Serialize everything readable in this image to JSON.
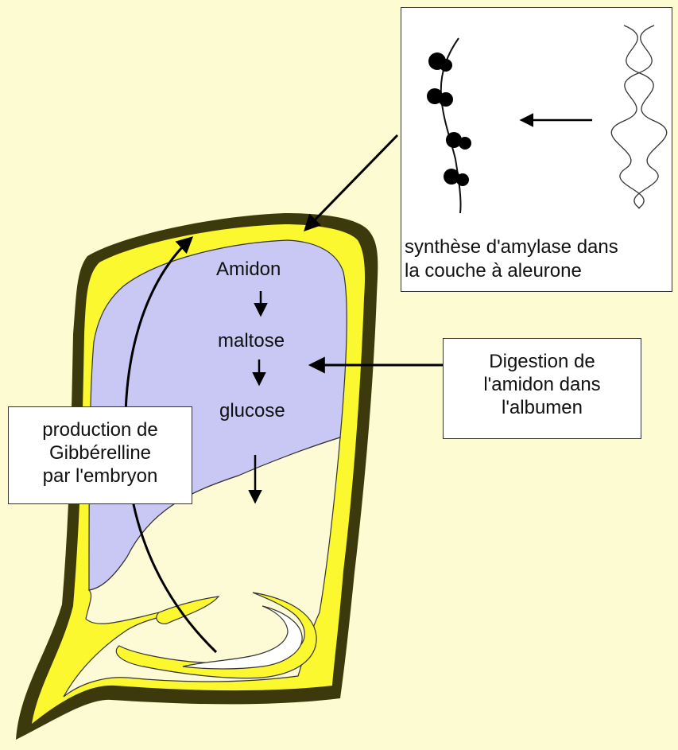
{
  "background_color": "#fdfbd2",
  "colors": {
    "seed_coat": "#3c3a0c",
    "aleurone": "#fbf82f",
    "albumen": "#c9c8f4",
    "embryo": "#fdfbd6"
  },
  "labels": {
    "amidon": "Amidon",
    "maltose": "maltose",
    "glucose": "glucose"
  },
  "gibberelline_box": {
    "lines": [
      "production de",
      "Gibbérelline",
      "par l'embryon"
    ]
  },
  "digestion_box": {
    "lines": [
      "Digestion de",
      "l'amidon dans",
      "l'albumen"
    ]
  },
  "amylase_box": {
    "lines": [
      "synthèse d'amylase dans",
      "la couche à aleurone"
    ]
  }
}
